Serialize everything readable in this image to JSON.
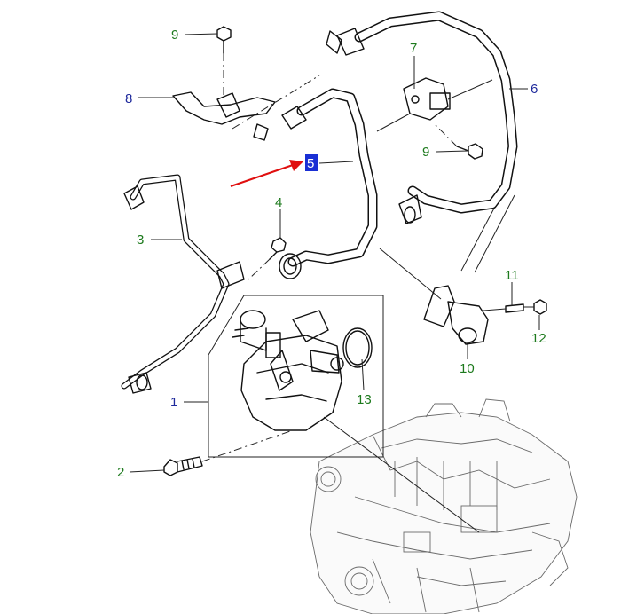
{
  "callouts": [
    {
      "id": "c1",
      "text": "1",
      "color": "#1f2a9c"
    },
    {
      "id": "c2",
      "text": "2",
      "color": "#1d7a1d"
    },
    {
      "id": "c3",
      "text": "3",
      "color": "#1d7a1d"
    },
    {
      "id": "c4",
      "text": "4",
      "color": "#1d7a1d"
    },
    {
      "id": "c5",
      "text": "5",
      "color": "#ffffff",
      "highlighted": true
    },
    {
      "id": "c6",
      "text": "6",
      "color": "#1f2a9c"
    },
    {
      "id": "c7",
      "text": "7",
      "color": "#1d7a1d"
    },
    {
      "id": "c8",
      "text": "8",
      "color": "#1f2a9c"
    },
    {
      "id": "c9a",
      "text": "9",
      "color": "#1d7a1d"
    },
    {
      "id": "c9b",
      "text": "9",
      "color": "#1d7a1d"
    },
    {
      "id": "c10",
      "text": "10",
      "color": "#1d7a1d"
    },
    {
      "id": "c11",
      "text": "11",
      "color": "#1d7a1d"
    },
    {
      "id": "c12",
      "text": "12",
      "color": "#1d7a1d"
    },
    {
      "id": "c13",
      "text": "13",
      "color": "#1d7a1d"
    }
  ],
  "colors": {
    "pointer_arrow": "#e01010",
    "highlight_box": "#1a2fd4",
    "linework": "#111111"
  }
}
